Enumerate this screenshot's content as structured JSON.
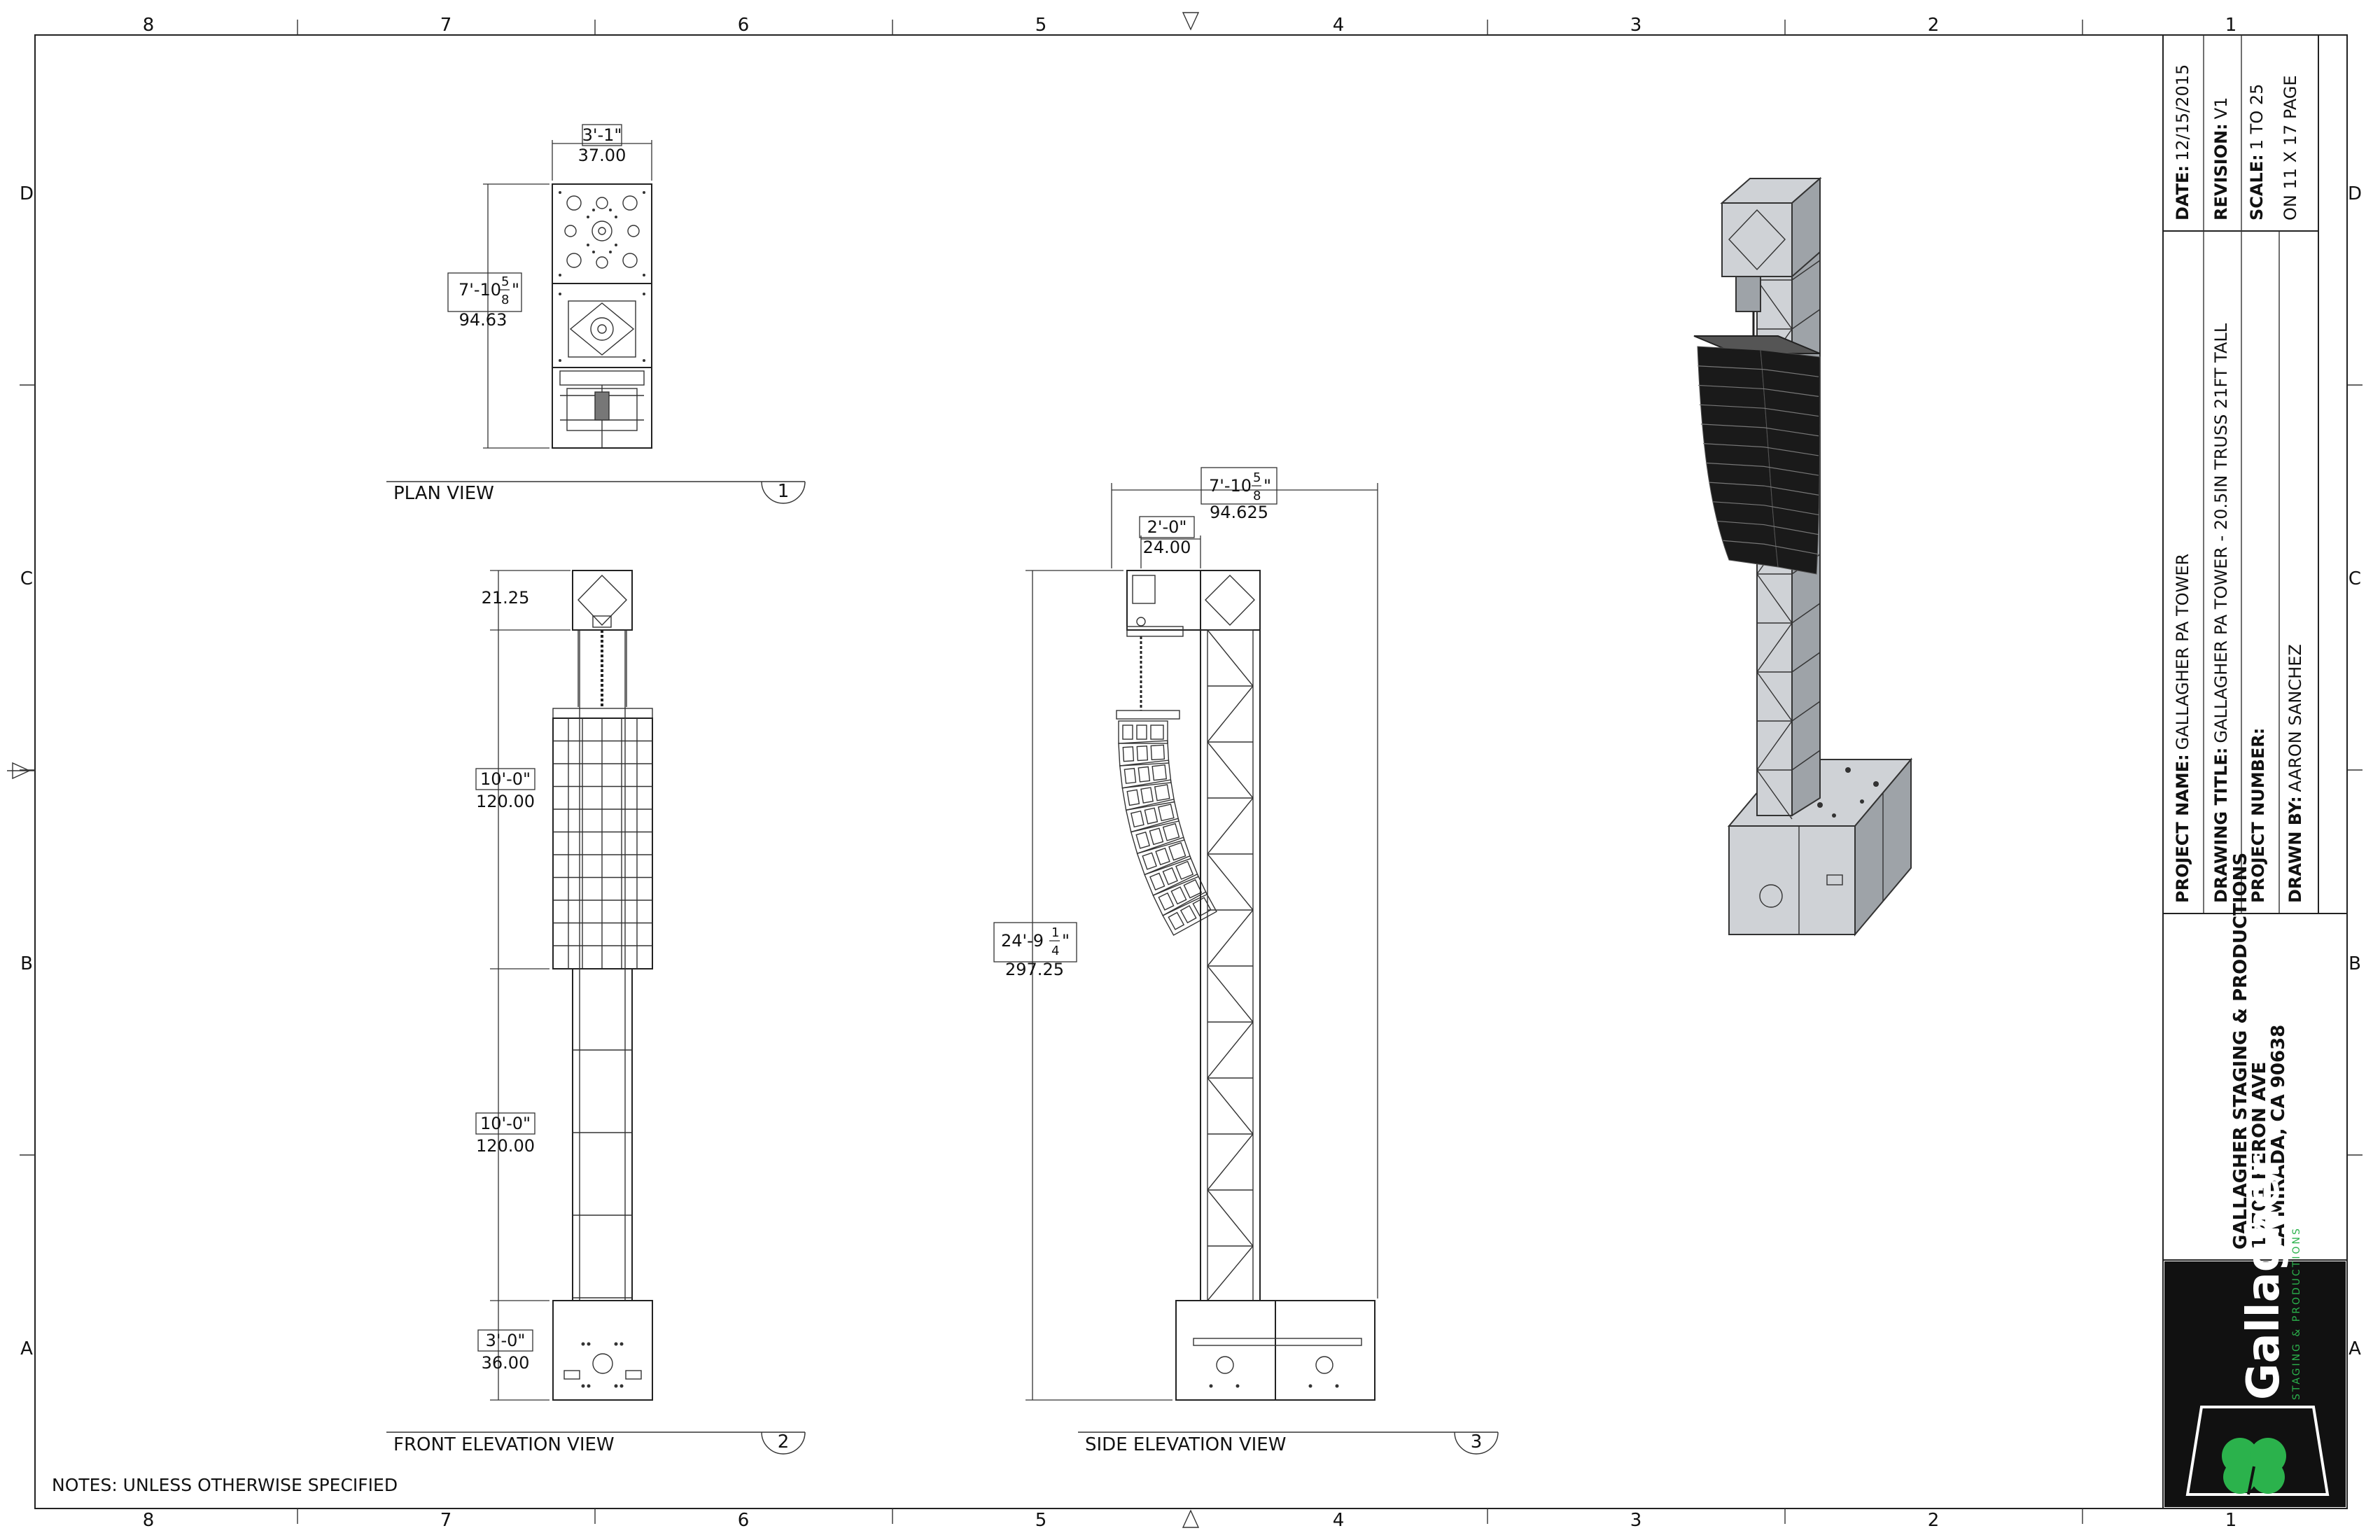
{
  "border": {
    "columns": [
      "8",
      "7",
      "6",
      "5",
      "4",
      "3",
      "2",
      "1"
    ],
    "rows": [
      "D",
      "C",
      "B",
      "A"
    ]
  },
  "plan_view": {
    "title": "PLAN VIEW",
    "number": "1",
    "width_dim": {
      "ftin": "3'-1\"",
      "inches": "37.00"
    },
    "depth_dim": {
      "ftin_whole": "7'-10",
      "ftin_num": "5",
      "ftin_den": "8",
      "inches": "94.63"
    }
  },
  "front_view": {
    "title": "FRONT ELEVATION VIEW",
    "number": "2",
    "top_dim": "21.25",
    "array_dim": {
      "ftin": "10'-0\"",
      "inches": "120.00"
    },
    "truss_dim": {
      "ftin": "10'-0\"",
      "inches": "120.00"
    },
    "base_dim": {
      "ftin": "3'-0\"",
      "inches": "36.00"
    }
  },
  "side_view": {
    "title": "SIDE ELEVATION VIEW",
    "number": "3",
    "overall_width": {
      "ftin_whole": "7'-10",
      "ftin_num": "5",
      "ftin_den": "8",
      "inches": "94.625"
    },
    "arm_dim": {
      "ftin": "2'-0\"",
      "inches": "24.00"
    },
    "height_dim": {
      "ftin_whole": "24'-9",
      "ftin_num": "1",
      "ftin_den": "4",
      "inches": "297.25"
    }
  },
  "notes": "NOTES: UNLESS OTHERWISE SPECIFIED",
  "title_block": {
    "date_label": "DATE:",
    "date": "12/15/2015",
    "revision_label": "REVISION:",
    "revision": "V1",
    "scale_label": "SCALE:",
    "scale": "1 TO 25",
    "page": "ON 11 X 17 PAGE",
    "project_name_label": "PROJECT NAME:",
    "project_name": "GALLAGHER PA TOWER",
    "drawing_title_label": "DRAWING TITLE:",
    "drawing_title": "GALLAGHER PA TOWER - 20.5IN TRUSS 21FT TALL",
    "project_number_label": "PROJECT NUMBER:",
    "project_number": "",
    "drawn_by_label": "DRAWN BY:",
    "drawn_by": "AARON SANCHEZ",
    "company_line1": "GALLAGHER STAGING & PRODUCTIONS",
    "company_line2": "15701 HERON AVE",
    "company_line3": "LA MIRADA, CA 90638",
    "logo_text": "Gallagher",
    "logo_sub": "STAGING & PRODUCTIONS"
  }
}
